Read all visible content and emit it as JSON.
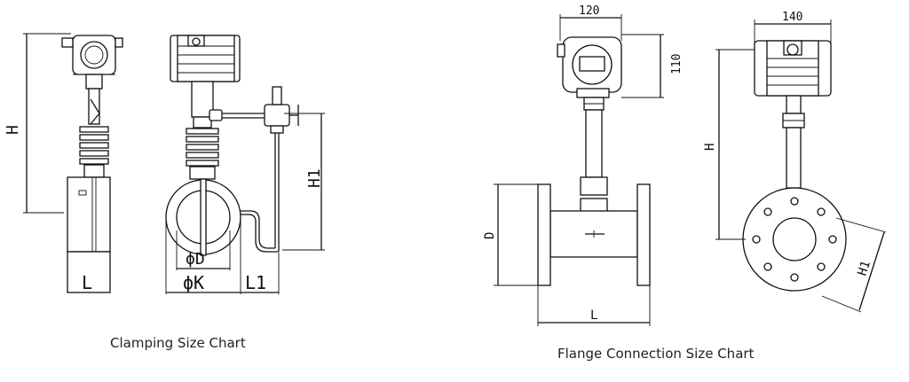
{
  "left_drawing": {
    "caption": "Clamping Size Chart",
    "dim_H": "H",
    "dim_H1": "H1",
    "dim_L": "L",
    "dim_phiD": "ϕD",
    "dim_phiK": "ϕK",
    "dim_L1": "L1"
  },
  "right_drawing": {
    "caption": "Flange Connection Size Chart",
    "dim_120": "120",
    "dim_110": "110",
    "dim_D": "D",
    "dim_L": "L",
    "dim_140": "140",
    "dim_H": "H",
    "dim_H1": "H1"
  }
}
